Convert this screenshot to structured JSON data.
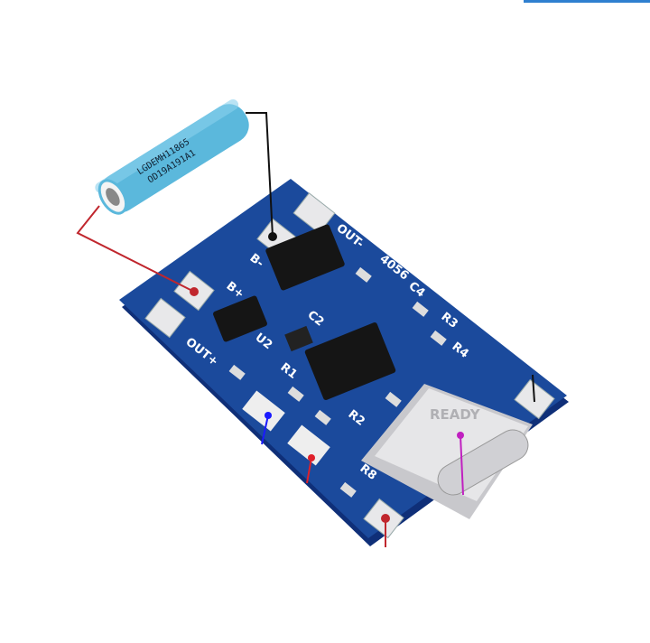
{
  "battery": {
    "line1": "LGDEMH11865",
    "line2": "OD19A191A1",
    "color": "#5bb8dc"
  },
  "board": {
    "color": "#1b4a9c",
    "labels": {
      "b_plus": "B+",
      "b_minus": "B-",
      "out_minus": "OUT-",
      "out_plus": "OUT+",
      "chip": "4056",
      "r3": "R3",
      "r4": "R4",
      "r1": "R1",
      "r2": "R2",
      "r8": "R8",
      "c4": "C4",
      "c2": "C2",
      "u2": "U2"
    },
    "watermark": "READY"
  },
  "callout_colors": {
    "battery_positive": "#c0262d",
    "battery_negative": "#111111",
    "blue_led": "#1a1aff",
    "red_led": "#e0202a",
    "usb": "#c020c0"
  }
}
